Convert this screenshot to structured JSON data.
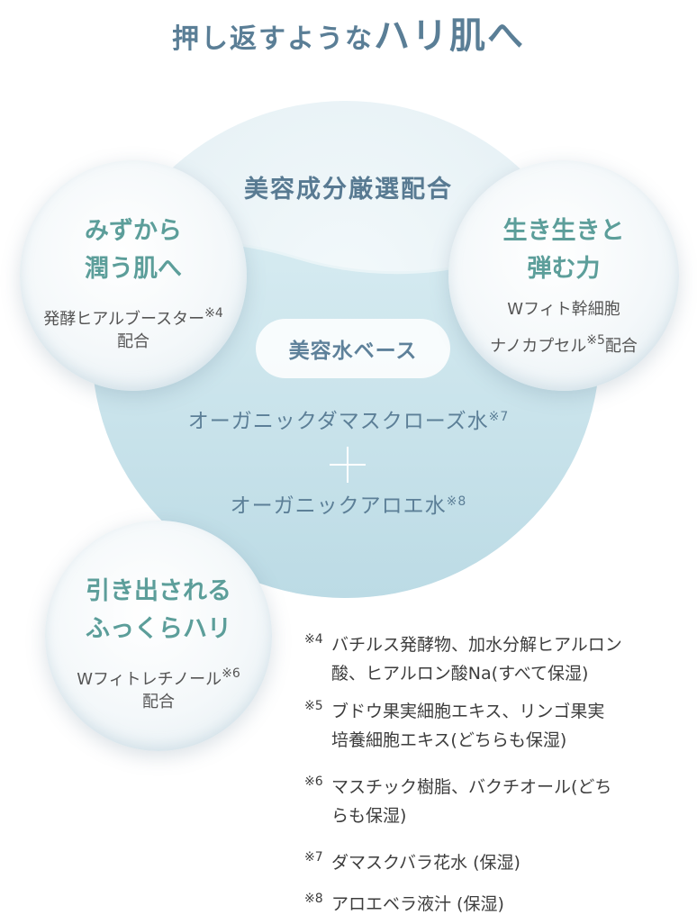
{
  "title": {
    "small": "押し返すような",
    "large": "ハリ肌へ"
  },
  "main": {
    "heading": "美容成分厳選配合",
    "base_label": "美容水ベース",
    "ingredient1": {
      "text": "オーガニックダマスクローズ水",
      "ref": "※7"
    },
    "ingredient2": {
      "text": "オーガニックアロエ水",
      "ref": "※8"
    }
  },
  "bubbles": [
    {
      "head1": "みずから",
      "head2": "潤う肌へ",
      "sub1": "発酵ヒアルブースター",
      "ref": "※4",
      "sub2": "配合"
    },
    {
      "head1": "生き生きと",
      "head2": "弾む力",
      "sub1": "Wフィト幹細胞",
      "sub2_pre": "ナノカプセル",
      "ref": "※5",
      "sub2": "配合"
    },
    {
      "head1": "引き出される",
      "head2": "ふっくらハリ",
      "sub1": "Wフィトレチノール",
      "ref": "※6",
      "sub2": "配合"
    }
  ],
  "notes": [
    {
      "mark": "※4",
      "line1": "バチルス発酵物、加水分解ヒアルロン",
      "line2": "酸、ヒアルロン酸Na(すべて保湿)"
    },
    {
      "mark": "※5",
      "line1": "ブドウ果実細胞エキス、リンゴ果実",
      "line2": "培養細胞エキス(どちらも保湿)"
    },
    {
      "mark": "※6",
      "line1": "マスチック樹脂、バクチオール(どち",
      "line2": "らも保湿)"
    },
    {
      "mark": "※7",
      "line1": "ダマスクバラ花水 (保湿)"
    },
    {
      "mark": "※8",
      "line1": "アロエベラ液汁 (保湿)"
    }
  ],
  "colors": {
    "title": "#5a7e96",
    "accent_teal": "#5c9e9a",
    "water": "#c9e2ea"
  }
}
